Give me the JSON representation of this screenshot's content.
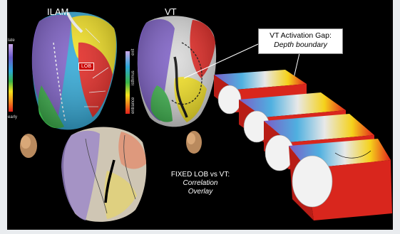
{
  "labels": {
    "ilam": "ILAM",
    "vt": "VT",
    "gap_title": "VT Activation Gap:",
    "gap_sub": "Depth boundary",
    "overlay_line1": "FIXED LOB vs VT:",
    "overlay_line2": "Correlation",
    "overlay_line3": "Overlay",
    "lob_tag": "LOB",
    "scale_late": "late",
    "scale_early": "early",
    "scale_exit": "exit",
    "scale_isthmus": "isthmus",
    "scale_entrance": "entrance"
  },
  "colors": {
    "background": "#000000",
    "accent_red": "#e3201b",
    "wall_red": "#d9261d"
  }
}
